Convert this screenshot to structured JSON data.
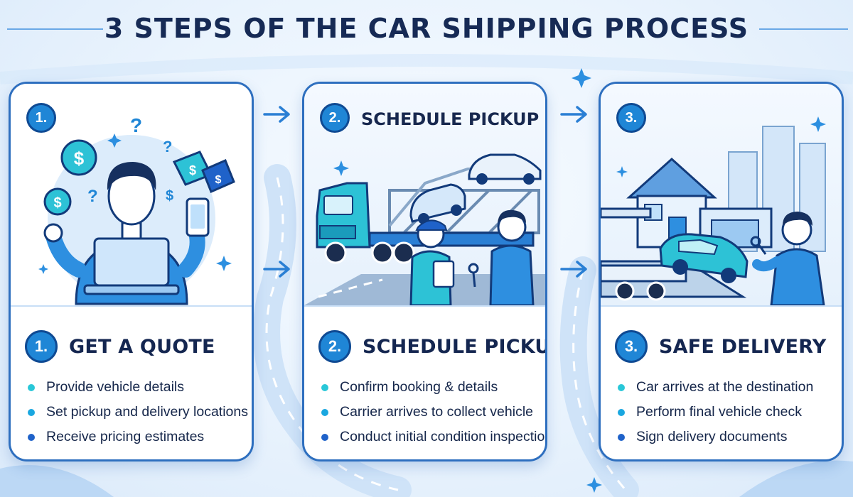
{
  "title": "3 STEPS OF THE CAR SHIPPING PROCESS",
  "colors": {
    "accent": "#1f86d6",
    "border": "#2e6fbf",
    "text_dark": "#142650",
    "bullet_1": "#29c7d8",
    "bullet_2": "#1aa7e0",
    "bullet_3": "#1f62c9"
  },
  "steps": [
    {
      "badge": "1.",
      "top_label": "",
      "heading": "GET A QUOTE",
      "illustration_icon": "person-laptop-pricing-icon",
      "bullets": [
        "Provide vehicle details",
        "Set pickup and delivery locations",
        "Receive pricing estimates"
      ]
    },
    {
      "badge": "2.",
      "top_label": "SCHEDULE PICKUP",
      "heading": "SCHEDULE PICKUP",
      "illustration_icon": "car-carrier-truck-icon",
      "bullets": [
        "Confirm booking & details",
        "Carrier arrives to collect vehicle",
        "Conduct initial condition inspection"
      ]
    },
    {
      "badge": "3.",
      "top_label": "",
      "heading": "SAFE DELIVERY",
      "illustration_icon": "delivery-home-keys-icon",
      "bullets": [
        "Car arrives at the destination",
        "Perform final vehicle check",
        "Sign delivery documents"
      ]
    }
  ],
  "symbols": {
    "dollar": "$",
    "question": "?"
  }
}
